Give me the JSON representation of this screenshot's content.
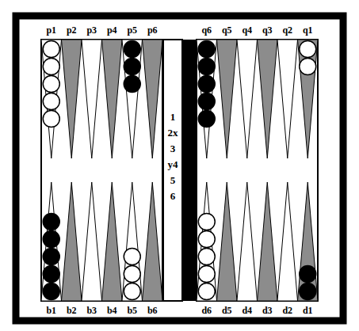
{
  "diagram": {
    "labels": [
      "p1",
      "p2",
      "p3",
      "p4",
      "p5",
      "p6",
      "q6",
      "q5",
      "q4",
      "q3",
      "q2",
      "q1",
      "1",
      "2x",
      "3",
      "y4",
      "5",
      "6",
      "b1",
      "b2",
      "b3",
      "b4",
      "b5",
      "b6",
      "d6",
      "d5",
      "d4",
      "d3",
      "d2",
      "d1"
    ]
  }
}
